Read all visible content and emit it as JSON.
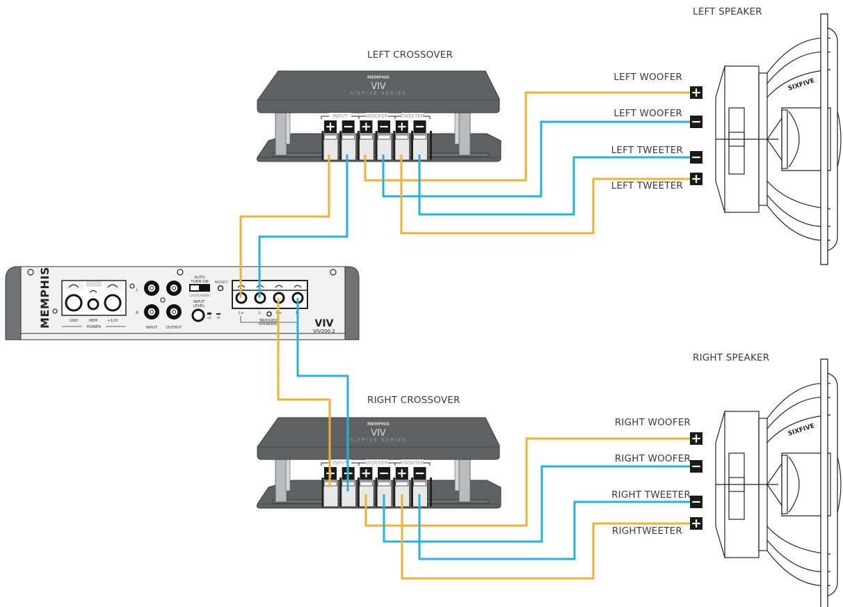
{
  "diagram": {
    "title": "Bridged amplifier to component speakers wiring",
    "colors": {
      "positive_wire": "#F0B12E",
      "negative_wire": "#1FB3E0",
      "crossover_body": "#5F6163",
      "terminal_dark": "#1a1a1a"
    }
  },
  "amplifier": {
    "brand": "MEMPHIS",
    "model_logo": "VIV",
    "model": "VIV200.2",
    "power": {
      "label": "POWER",
      "terminals": [
        "GND",
        "REM",
        "+12V"
      ]
    },
    "rca": {
      "row_labels": [
        "L",
        "R"
      ],
      "column_labels": [
        "INPUT",
        "OUTPUT"
      ]
    },
    "auto_turn_on": {
      "label_line1": "AUTO",
      "label_line2": "TURN ON",
      "options": "12V/DC/AUDIO"
    },
    "protect_label": "PROTECT",
    "input_level": {
      "label_line1": "INPUT",
      "label_line2": "LEVEL",
      "options": [
        "LO",
        "HI"
      ]
    },
    "speaker_terminals": [
      "L+",
      "L-",
      "R+",
      "R-"
    ],
    "bridged_label_line1": "BRIDGED",
    "bridged_label_line2": "SPEAKERS"
  },
  "crossovers": [
    {
      "title": "LEFT CROSSOVER",
      "brand": "MEMPHIS",
      "logo": "VIV",
      "series": "SIXFIVE SERIES",
      "groups": [
        "INPUT",
        "WOOFER",
        "TWEETER"
      ],
      "terminals": [
        "+",
        "-",
        "+",
        "-",
        "+",
        "-"
      ]
    },
    {
      "title": "RIGHT CROSSOVER",
      "brand": "MEMPHIS",
      "logo": "VIV",
      "series": "SIXFIVE SERIES",
      "groups": [
        "INPUT",
        "WOOFER",
        "TWEETER"
      ],
      "terminals": [
        "+",
        "-",
        "+",
        "-",
        "+",
        "-"
      ]
    }
  ],
  "speakers": [
    {
      "title": "LEFT SPEAKER",
      "brand": "SIXFIVE",
      "connections": [
        {
          "label": "LEFT WOOFER",
          "polarity": "+"
        },
        {
          "label": "LEFT WOOFER",
          "polarity": "-"
        },
        {
          "label": "LEFT TWEETER",
          "polarity": "-"
        },
        {
          "label": "LEFT TWEETER",
          "polarity": "+"
        }
      ]
    },
    {
      "title": "RIGHT SPEAKER",
      "brand": "SIXFIVE",
      "connections": [
        {
          "label": "RIGHT WOOFER",
          "polarity": "+"
        },
        {
          "label": "RIGHT WOOFER",
          "polarity": "-"
        },
        {
          "label": "RIGHT TWEETER",
          "polarity": "-"
        },
        {
          "label": "RIGHTWEETER",
          "polarity": "+"
        }
      ]
    }
  ]
}
